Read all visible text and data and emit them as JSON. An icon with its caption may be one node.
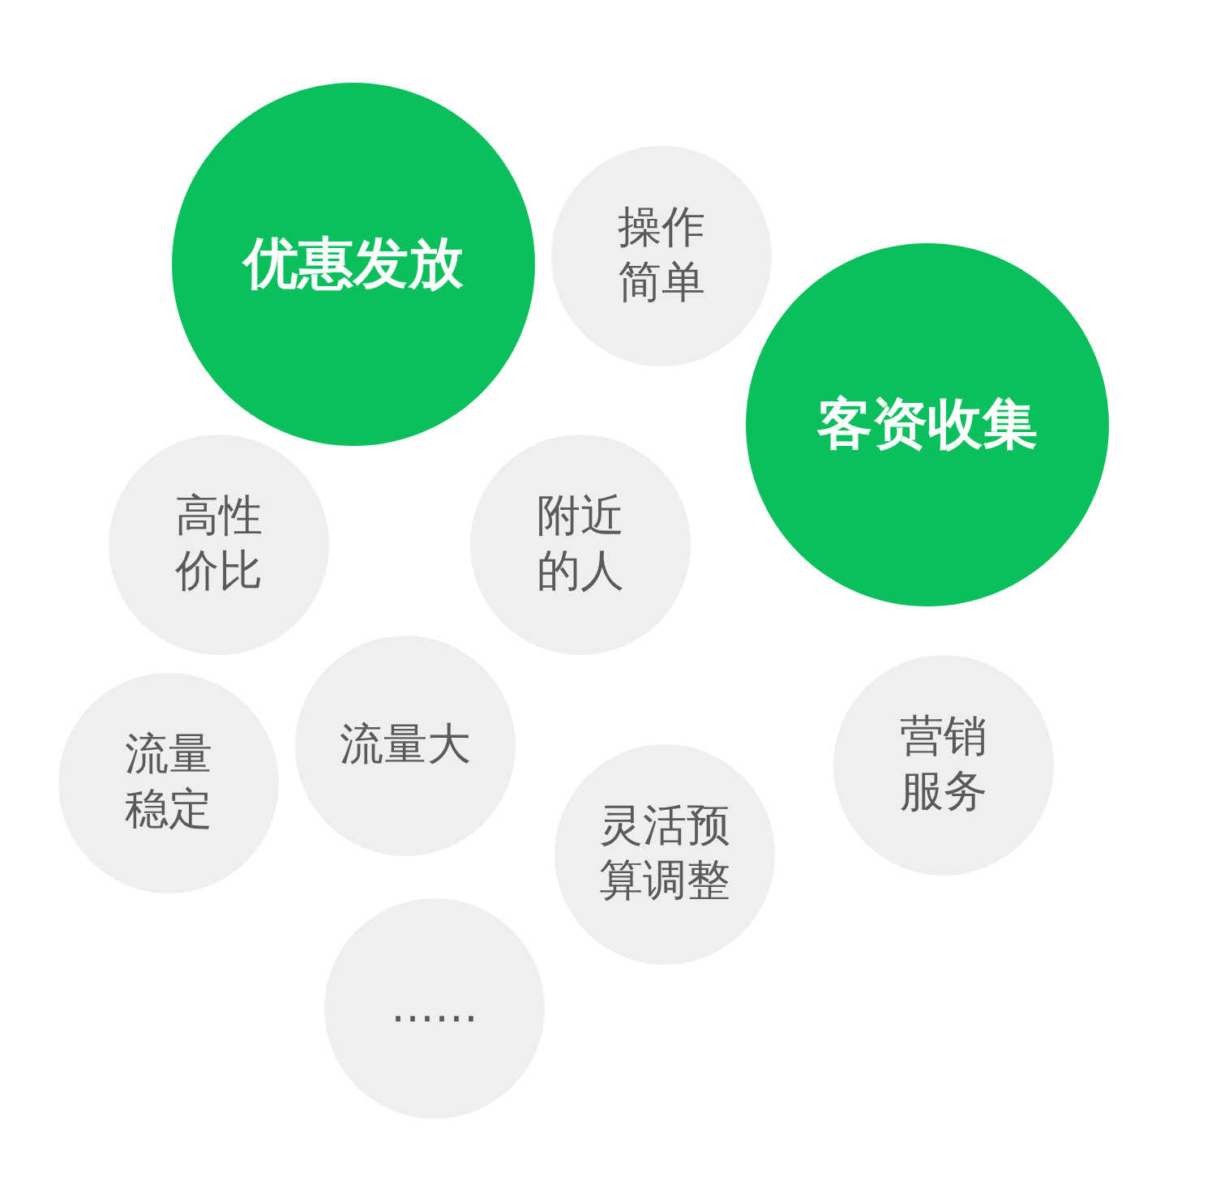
{
  "diagram": {
    "nodes": [
      {
        "text": [
          "优惠发放"
        ]
      },
      {
        "text": [
          "操作简单"
        ]
      },
      {
        "text": [
          "客资收集"
        ]
      },
      {
        "text": [
          "高性价比"
        ]
      },
      {
        "text": [
          "附近的人"
        ]
      },
      {
        "text": [
          "流量稳定"
        ]
      },
      {
        "text": [
          "流量大"
        ]
      },
      {
        "text": [
          "灵活预算调整"
        ]
      },
      {
        "text": [
          "营销服务"
        ]
      },
      {
        "text": [
          "……"
        ]
      }
    ]
  }
}
